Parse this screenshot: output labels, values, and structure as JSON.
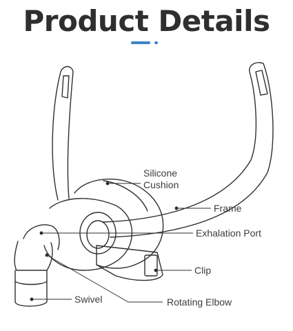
{
  "title": "Product Details",
  "labels": {
    "cushion_line1": "Silicone",
    "cushion_line2": "Cushion",
    "frame": "Frame",
    "exhalation_port": "Exhalation Port",
    "clip": "Clip",
    "swivel": "Swivel",
    "rotating_elbow": "Rotating Elbow"
  },
  "accent_color": "#3a86c8"
}
